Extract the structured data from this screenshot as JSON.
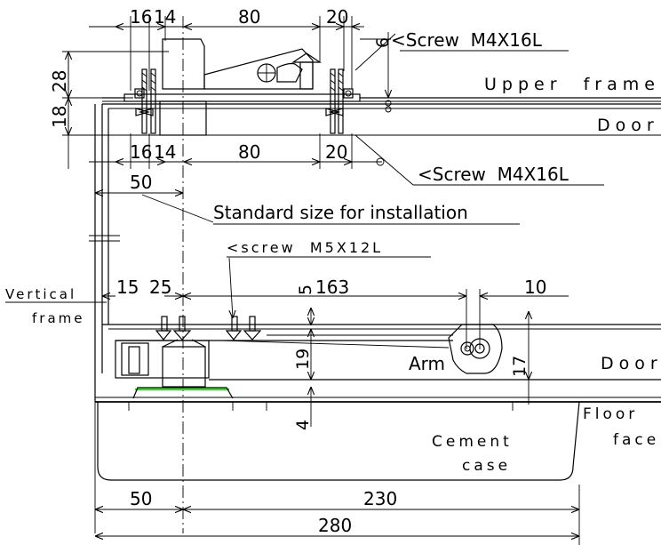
{
  "dimensions": {
    "top_16": "16",
    "top_14": "14",
    "top_80": "80",
    "top_20": "20",
    "top_6": "6",
    "left_28": "28",
    "left_18": "18",
    "mid_16": "16",
    "mid_14": "14",
    "mid_80": "80",
    "mid_20": "20",
    "dim_50_top": "50",
    "dim_15": "15",
    "dim_25": "25",
    "dim_5": "5",
    "dim_163": "163",
    "dim_10": "10",
    "dim_19": "19",
    "dim_17": "17",
    "dim_4": "4",
    "bottom_50": "50",
    "bottom_230": "230",
    "bottom_280": "280"
  },
  "labels": {
    "screw_top": "<Screw  M4X16L",
    "upper_frame": "Upper  frame",
    "door_top": "Door",
    "screw_mid": "<Screw  M4X16L",
    "standard_size": "Standard size for installation",
    "screw_small": "<screw  M5X12L",
    "vertical": "Vertical",
    "frame": "frame",
    "arm": "Arm",
    "door_bottom": "Door",
    "floor": "Floor",
    "face": "face",
    "cement": "Cement",
    "case": "case"
  }
}
